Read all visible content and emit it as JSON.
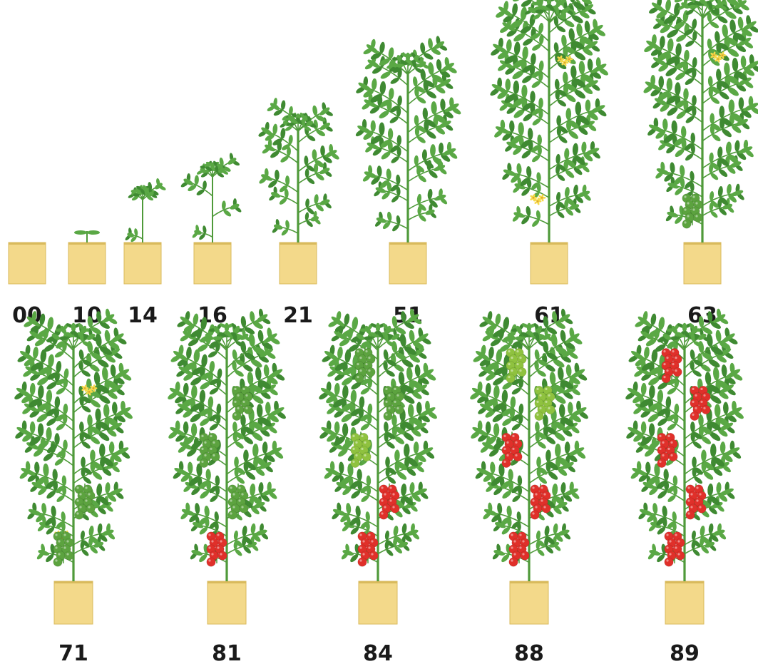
{
  "figure": {
    "rows": [
      {
        "stages": [
          {
            "code": "00",
            "height": 0.0,
            "fruits": [],
            "flowers": 0
          },
          {
            "code": "10",
            "height": 0.05,
            "fruits": [],
            "flowers": 0
          },
          {
            "code": "14",
            "height": 0.2,
            "fruits": [],
            "flowers": 0
          },
          {
            "code": "16",
            "height": 0.3,
            "fruits": [],
            "flowers": 0
          },
          {
            "code": "21",
            "height": 0.5,
            "fruits": [],
            "flowers": 0
          },
          {
            "code": "51",
            "height": 0.75,
            "fruits": [],
            "flowers": 0
          },
          {
            "code": "61",
            "height": 0.98,
            "fruits": [],
            "flowers": 2
          },
          {
            "code": "63",
            "height": 1.0,
            "fruits": [
              "green"
            ],
            "flowers": 1
          }
        ]
      },
      {
        "stages": [
          {
            "code": "71",
            "height": 1.0,
            "fruits": [
              "green",
              "green"
            ],
            "flowers": 2
          },
          {
            "code": "81",
            "height": 1.0,
            "fruits": [
              "red",
              "green",
              "green",
              "green"
            ],
            "flowers": 0
          },
          {
            "code": "84",
            "height": 1.0,
            "fruits": [
              "red",
              "red",
              "light",
              "green",
              "green"
            ],
            "flowers": 0
          },
          {
            "code": "88",
            "height": 1.0,
            "fruits": [
              "red",
              "red",
              "red",
              "light",
              "light"
            ],
            "flowers": 0
          },
          {
            "code": "89",
            "height": 1.0,
            "fruits": [
              "red",
              "red",
              "red",
              "red",
              "red"
            ],
            "flowers": 0
          }
        ]
      }
    ]
  },
  "colors": {
    "pot": "#f3d98a",
    "pot_edge": "#d9ba5c",
    "stem": "#4f9a3a",
    "leaf": "#5aa845",
    "leaf_dark": "#3f8a32",
    "fruit_red": "#e0302a",
    "fruit_green": "#5ca33f",
    "fruit_light": "#8fc23f",
    "flower": "#f6d94a",
    "label": "#1a1a1a"
  }
}
